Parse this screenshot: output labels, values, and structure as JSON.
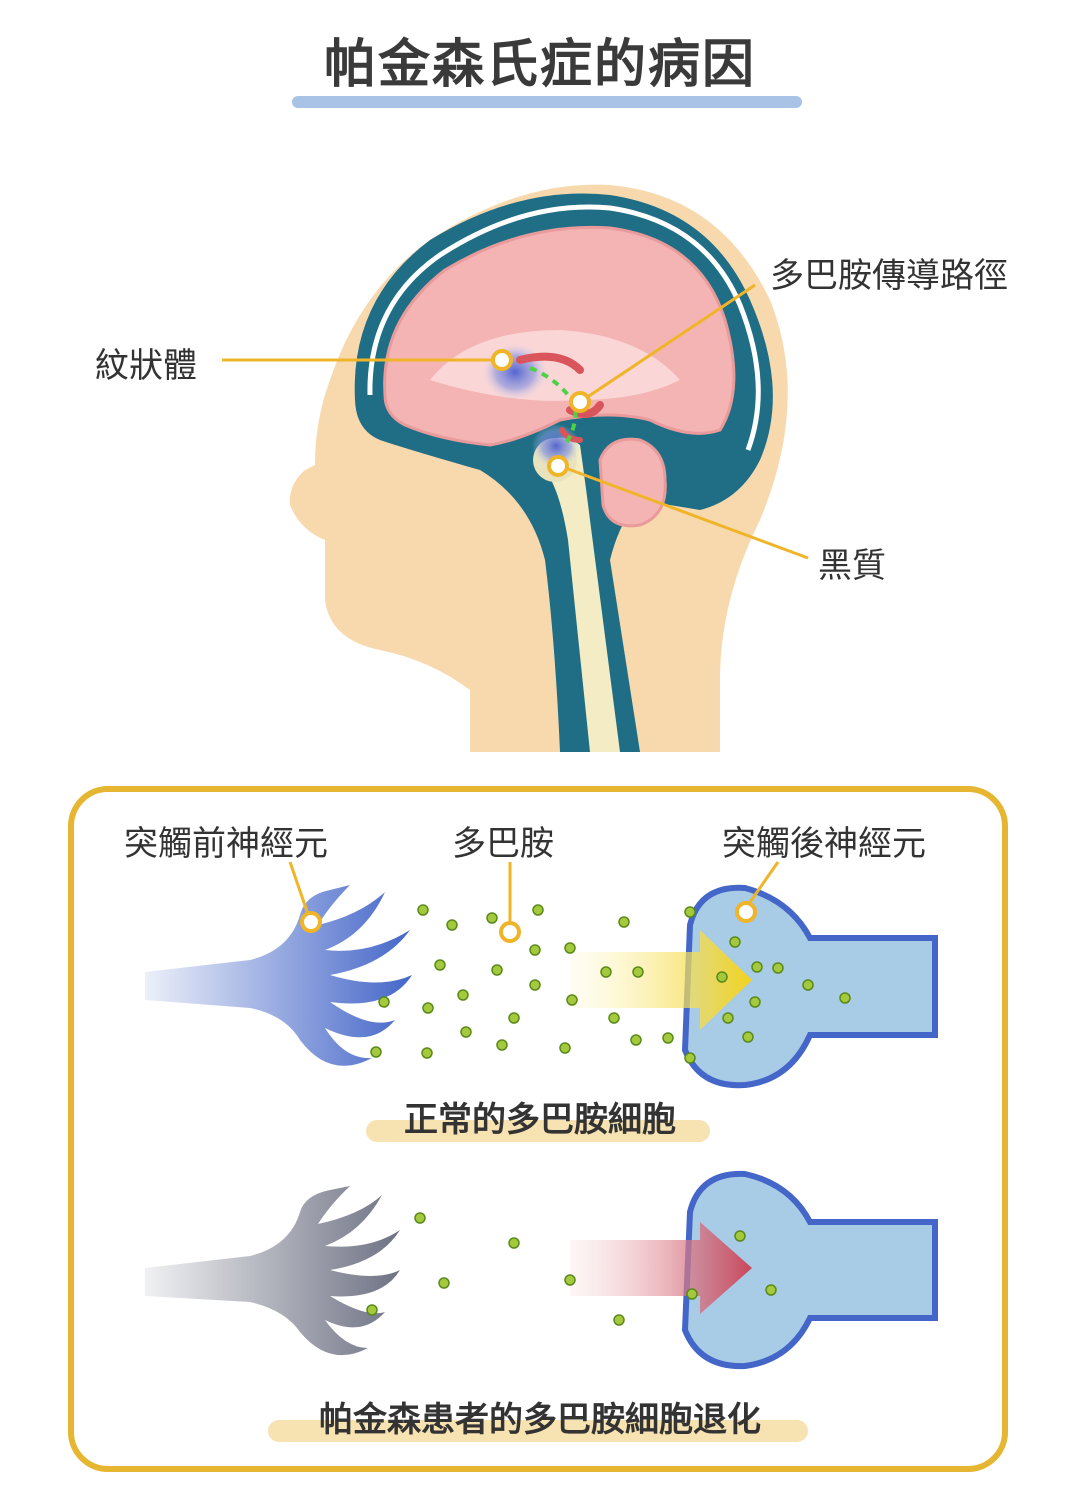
{
  "title": "帕金森氏症的病因",
  "brain": {
    "label_striatum": "紋狀體",
    "label_pathway": "多巴胺傳導路徑",
    "label_substantia": "黑質"
  },
  "synapse": {
    "label_presynaptic": "突觸前神經元",
    "label_dopamine": "多巴胺",
    "label_postsynaptic": "突觸後神經元",
    "caption_normal": "正常的多巴胺細胞",
    "caption_parkinson": "帕金森患者的多巴胺細胞退化"
  },
  "colors": {
    "skin": "#f8d9ad",
    "csf_blue": "#1f6e85",
    "brain_pink": "#f4b4b4",
    "callout": "#f0b429",
    "neuron_blue": "#4466c8",
    "neuron_gray": "#6e7284",
    "dopamine_green": "#a4c93c",
    "panel_border": "#e6b531"
  }
}
